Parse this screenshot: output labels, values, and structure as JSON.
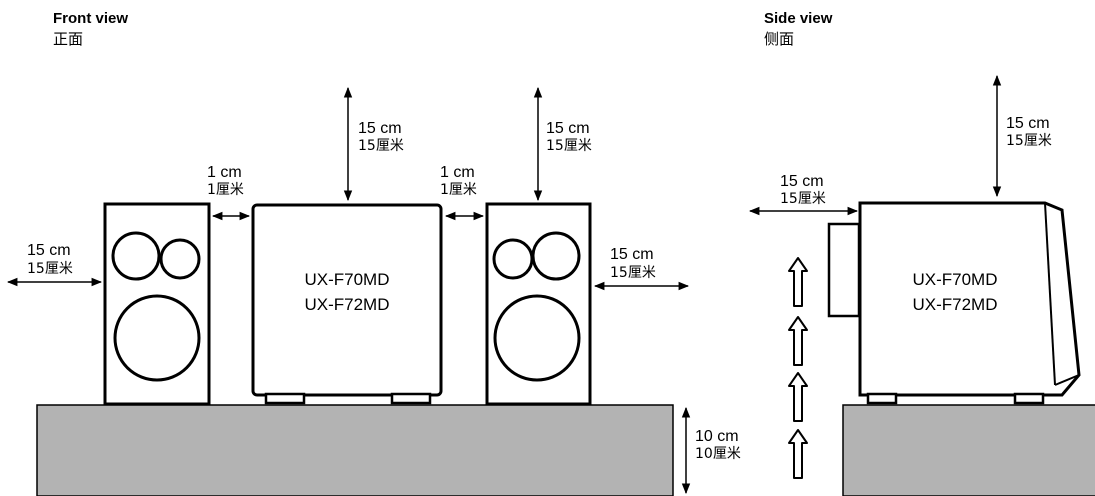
{
  "front_view": {
    "title_en": "Front view",
    "title_zh": "正面",
    "model_line1": "UX-F70MD",
    "model_line2": "UX-F72MD",
    "left_clearance_en": "15 cm",
    "left_clearance_zh": "15厘米",
    "left_gap_en": "1 cm",
    "left_gap_zh": "1厘米",
    "top_clearance_en": "15 cm",
    "top_clearance_zh": "15厘米",
    "right_gap_en": "1 cm",
    "right_gap_zh": "1厘米",
    "speaker_top_clearance_en": "15 cm",
    "speaker_top_clearance_zh": "15厘米",
    "right_clearance_en": "15 cm",
    "right_clearance_zh": "15厘米",
    "shelf_clearance_en": "10 cm",
    "shelf_clearance_zh": "10厘米"
  },
  "side_view": {
    "title_en": "Side view",
    "title_zh": "侧面",
    "model_line1": "UX-F70MD",
    "model_line2": "UX-F72MD",
    "top_clearance_en": "15 cm",
    "top_clearance_zh": "15厘米",
    "rear_clearance_en": "15 cm",
    "rear_clearance_zh": "15厘米"
  },
  "colors": {
    "shelf": "#b3b3b3",
    "line": "#000000",
    "background": "#ffffff"
  }
}
